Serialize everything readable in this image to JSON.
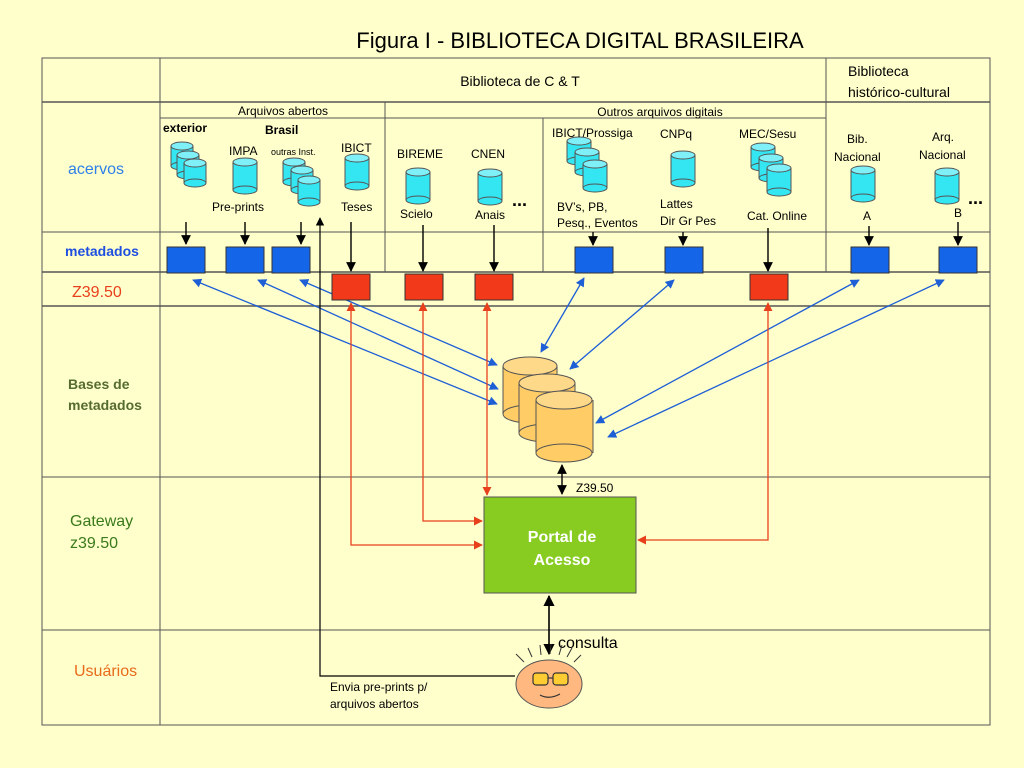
{
  "title": "Figura I - BIBLIOTECA DIGITAL BRASILEIRA",
  "header": {
    "bct": "Biblioteca de C & T",
    "bhc_line1": "Biblioteca",
    "bhc_line2": "histórico-cultural"
  },
  "subheader": {
    "open": "Arquivos abertos",
    "other": "Outros arquivos digitais"
  },
  "rows": {
    "acervos": "acervos",
    "metadados": "metadados",
    "z3950": "Z39.50",
    "bases_line1": "Bases de",
    "bases_line2": "metadados",
    "gateway_line1": "Gateway",
    "gateway_line2": "z39.50",
    "usuarios": "Usuários"
  },
  "labels": {
    "exterior": "exterior",
    "brasil": "Brasil",
    "impa": "IMPA",
    "outras": "outras Inst.",
    "ibict": "IBICT",
    "preprints": "Pre-prints",
    "teses": "Teses",
    "bireme": "BIREME",
    "cnen": "CNEN",
    "scielo": "Scielo",
    "anais": "Anais",
    "ellipsis": "...",
    "prossiga": "IBICT/Prossiga",
    "bvs_line1": "BV’s, PB,",
    "bvs_line2": "Pesq., Eventos",
    "cnpq": "CNPq",
    "lattes_line1": "Lattes",
    "lattes_line2": "Dir Gr Pes",
    "mec": "MEC/Sesu",
    "catonline": "Cat. Online",
    "bib_line1": "Bib.",
    "bib_line2": "Nacional",
    "arq_line1": "Arq.",
    "arq_line2": "Nacional",
    "a": "A",
    "b": "B",
    "z3950_small": "Z39.50",
    "portal_line1": "Portal de",
    "portal_line2": "Acesso",
    "consulta": "consulta",
    "envia_line1": "Envia pre-prints p/",
    "envia_line2": "arquivos abertos"
  },
  "colors": {
    "background": "#FFFFCC",
    "cylinder": "#33E6F2",
    "metadata_box": "#1565E8",
    "z3950_box": "#F23A1A",
    "portal": "#88CC22",
    "bases_cylinder": "#FFCC66",
    "blue_arrow": "#1E5FD6",
    "red_arrow": "#E8401C",
    "acervos_text": "#2E7FE8",
    "metadados_text": "#1F4FE0",
    "z3950_text": "#E8401C",
    "bases_text": "#556B2F",
    "gateway_text": "#3A7A1A",
    "usuarios_text": "#E86A1A"
  }
}
